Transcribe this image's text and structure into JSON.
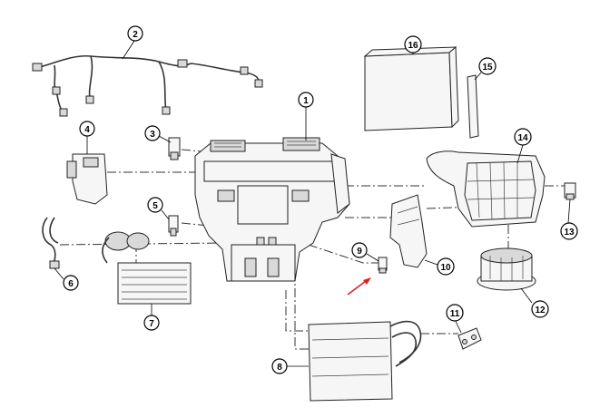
{
  "diagram": {
    "callouts": [
      {
        "id": "1",
        "label": "1"
      },
      {
        "id": "2",
        "label": "2"
      },
      {
        "id": "3",
        "label": "3"
      },
      {
        "id": "4",
        "label": "4"
      },
      {
        "id": "5",
        "label": "5"
      },
      {
        "id": "6",
        "label": "6"
      },
      {
        "id": "7",
        "label": "7"
      },
      {
        "id": "8",
        "label": "8"
      },
      {
        "id": "9",
        "label": "9"
      },
      {
        "id": "10",
        "label": "10"
      },
      {
        "id": "11",
        "label": "11"
      },
      {
        "id": "12",
        "label": "12"
      },
      {
        "id": "13",
        "label": "13"
      },
      {
        "id": "14",
        "label": "14"
      },
      {
        "id": "15",
        "label": "15"
      },
      {
        "id": "16",
        "label": "16"
      }
    ],
    "arrow_color": "#e02020"
  }
}
